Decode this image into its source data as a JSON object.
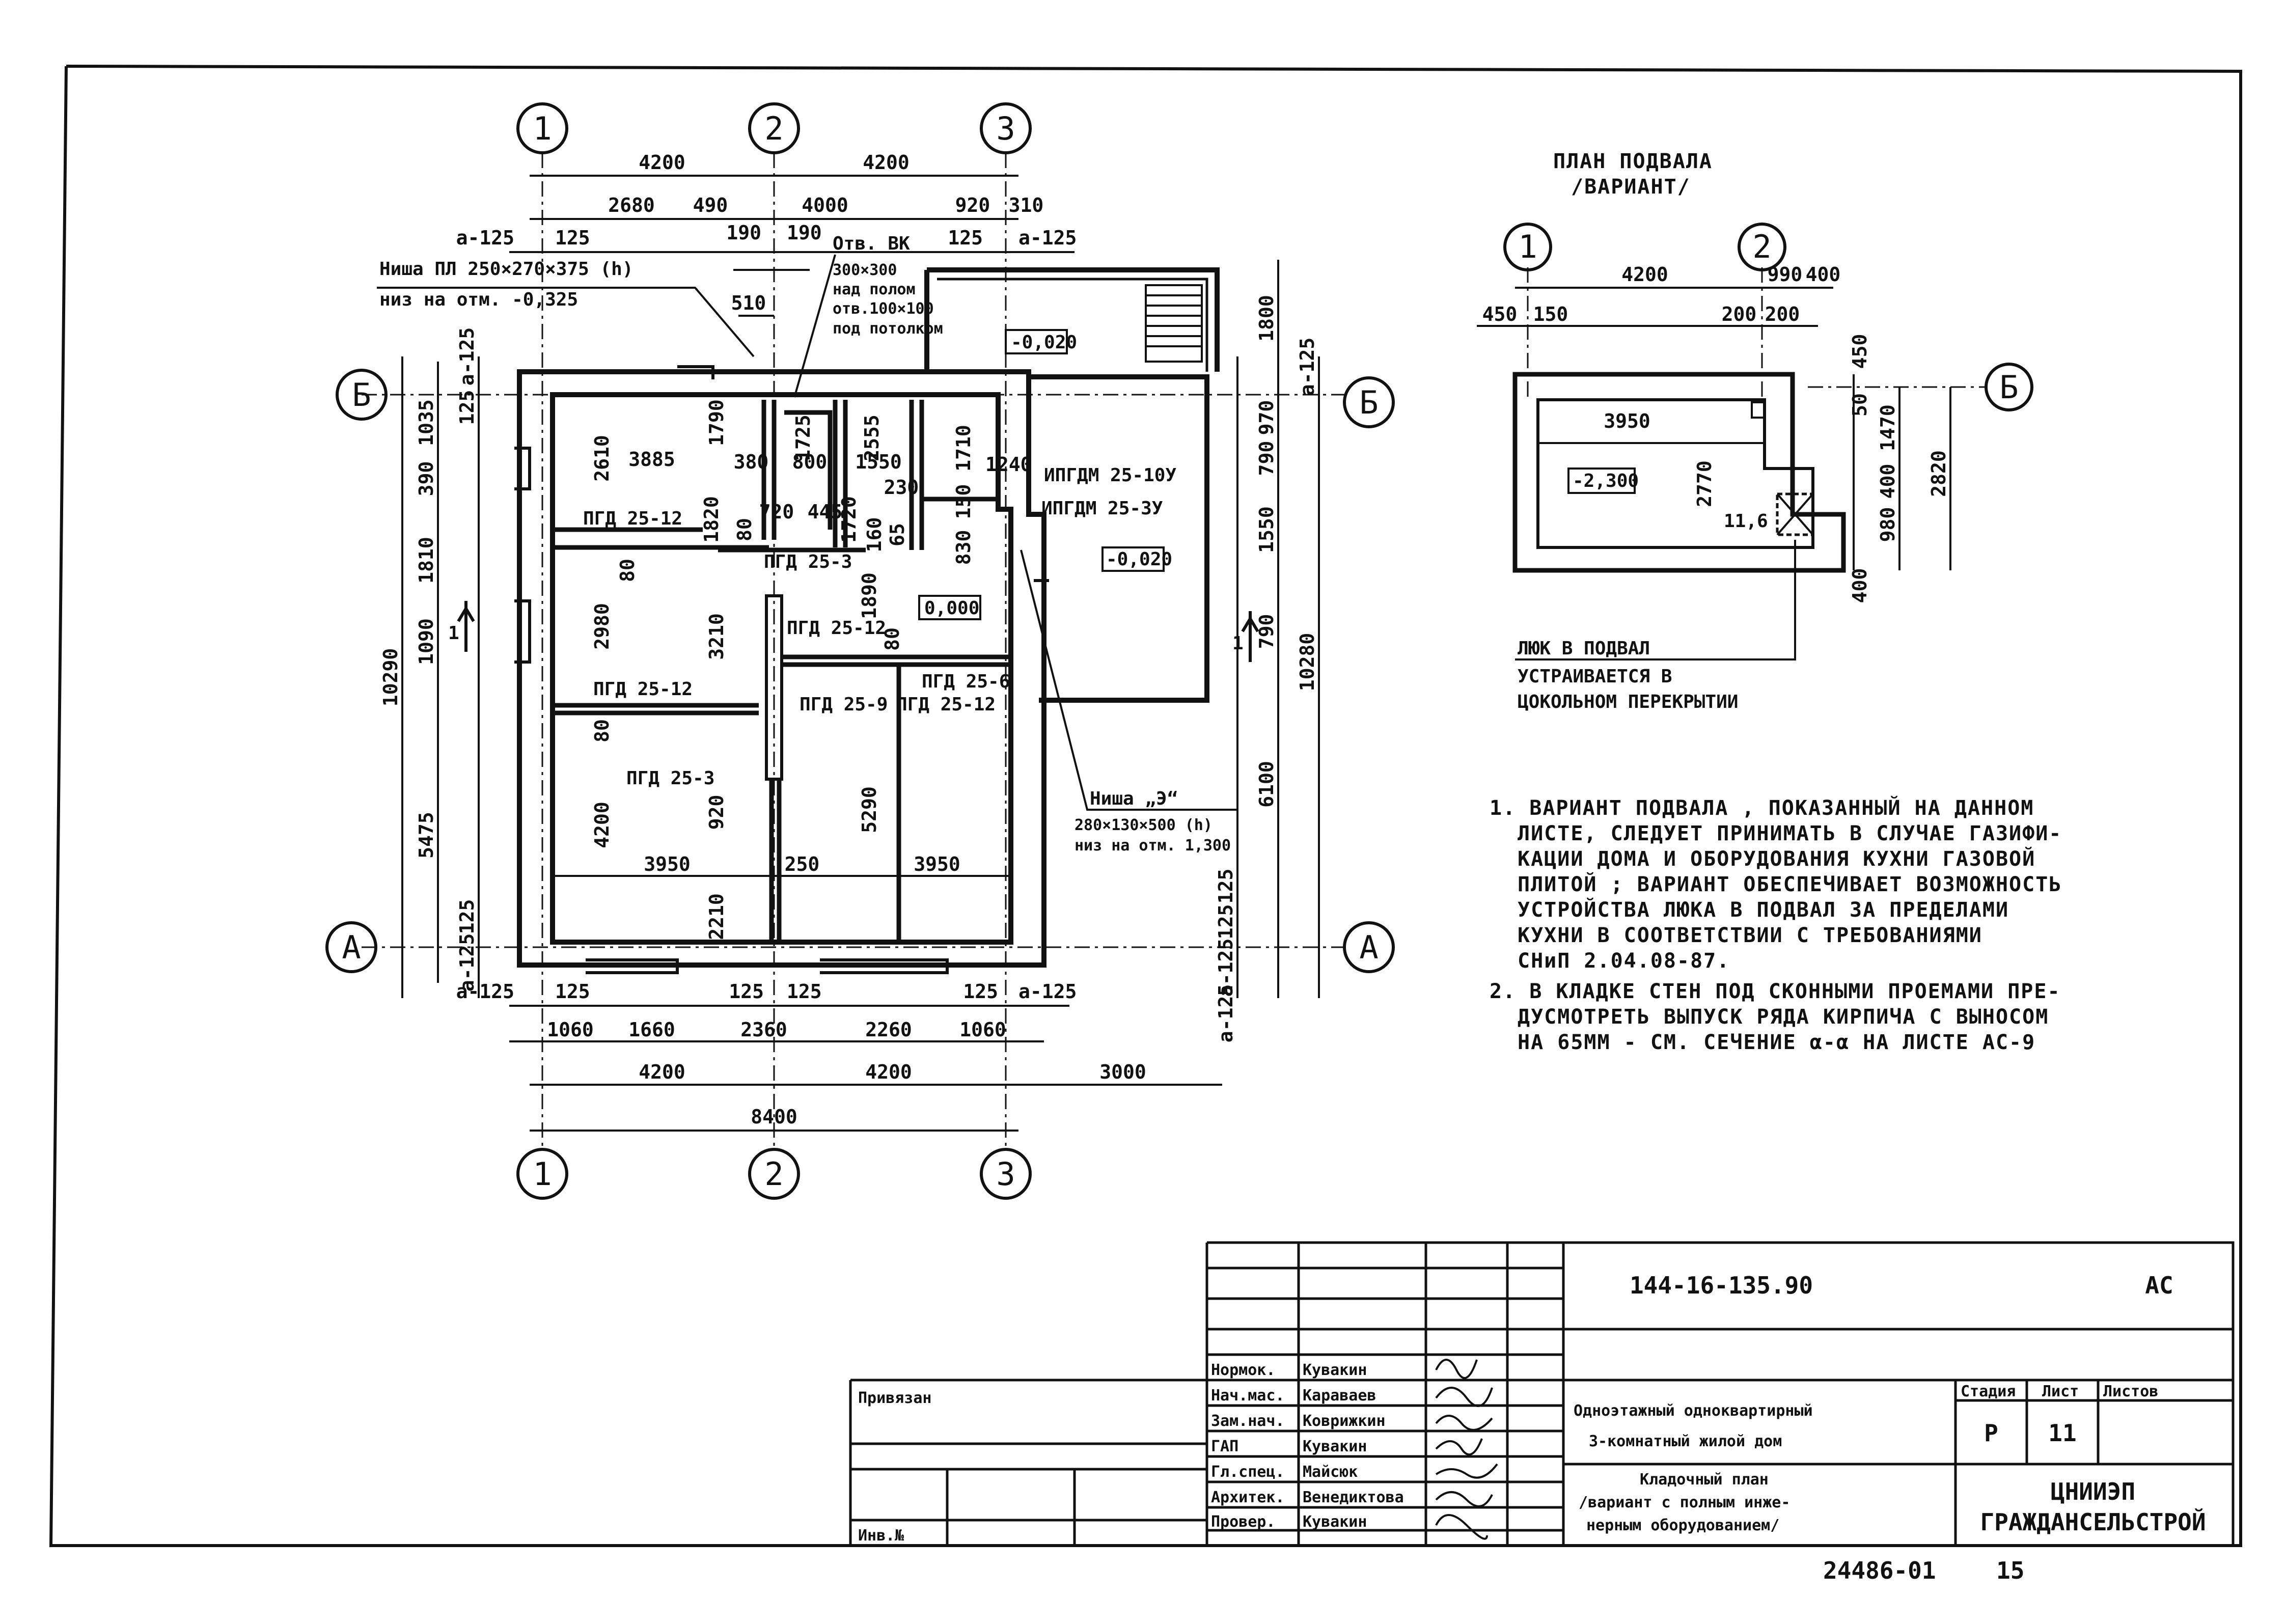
{
  "main_plan": {
    "axes": [
      "1",
      "2",
      "3"
    ],
    "row_axes": [
      "Б",
      "А"
    ],
    "dims_top": [
      "4200",
      "4200",
      "2680",
      "490",
      "4000",
      "920",
      "310",
      "а-125",
      "125",
      "125",
      "а-125",
      "190",
      "190",
      "510"
    ],
    "dims_left": [
      "10290",
      "1035",
      "390",
      "1810",
      "1090",
      "5475",
      "125",
      "а-125",
      "а-125",
      "125"
    ],
    "dims_right": [
      "1800",
      "а-125",
      "790",
      "970",
      "1550",
      "790",
      "10280",
      "6100",
      "125",
      "а-125",
      "а-125",
      "125"
    ],
    "dims_bottom": [
      "а-125",
      "125",
      "125",
      "125",
      "125",
      "а-125",
      "1060",
      "1660",
      "2360",
      "2260",
      "1060",
      "4200",
      "4200",
      "3000",
      "8400"
    ],
    "dims_inner": [
      "2610",
      "3885",
      "1790",
      "380",
      "800",
      "1725",
      "2555",
      "1550",
      "1710",
      "1240",
      "230",
      "720",
      "445",
      "1720",
      "1820",
      "80",
      "80",
      "160",
      "65",
      "830",
      "150",
      "2980",
      "3210",
      "1890",
      "80",
      "80",
      "4200",
      "920",
      "5290",
      "3950",
      "250",
      "3950",
      "2210"
    ],
    "levels": [
      "-0,020",
      "0,000",
      "-0,020"
    ],
    "openings": [
      "ПГД 25-12",
      "ПГД 25-3",
      "ПГД 25-12",
      "ПГД 25-12",
      "ПГД 25-3",
      "ПГД 25-9",
      "ПГД 25-12",
      "ПГД 25-6"
    ],
    "door_labels": [
      "ИПГДМ 25-10У",
      "ИПГДМ 25-3У"
    ],
    "niche_pl": [
      "Ниша ПЛ 250×270×375 (h)",
      "низ на отм. -0,325"
    ],
    "vent": [
      "Отв. ВК",
      "300×300",
      "над полом",
      "отв.100×100",
      "под потолком"
    ],
    "niche_e": [
      "Ниша „Э“",
      "280×130×500 (h)",
      "низ на отм. 1,300"
    ]
  },
  "basement": {
    "title": "ПЛАН ПОДВАЛА",
    "subtitle": "/ВАРИАНТ/",
    "axes": [
      "1",
      "2",
      "Б"
    ],
    "dims": [
      "4200",
      "990",
      "400",
      "450",
      "150",
      "200",
      "200",
      "450",
      "50",
      "1470",
      "400",
      "980",
      "2820",
      "400",
      "3950",
      "2770"
    ],
    "level": "-2,300",
    "area": "11,6",
    "hatch_note": [
      "ЛЮК В ПОДВАЛ",
      "УСТРАИВАЕТСЯ В",
      "ЦОКОЛЬНОМ ПЕРЕКРЫТИИ"
    ]
  },
  "section_marks": [
    "1",
    "1"
  ],
  "notes": [
    "1. ВАРИАНТ ПОДВАЛА , ПОКАЗАННЫЙ НА ДАННОМ",
    "ЛИСТЕ, СЛЕДУЕТ ПРИНИМАТЬ В СЛУЧАЕ ГАЗИФИ-",
    "КАЦИИ ДОМА И ОБОРУДОВАНИЯ КУХНИ ГАЗОВОЙ",
    "ПЛИТОЙ ; ВАРИАНТ ОБЕСПЕЧИВАЕТ ВОЗМОЖНОСТЬ",
    "УСТРОЙСТВА ЛЮКА В ПОДВАЛ ЗА ПРЕДЕЛАМИ",
    "КУХНИ В СООТВЕТСТВИИ С ТРЕБОВАНИЯМИ",
    "СНиП 2.04.08-87.",
    "2. В КЛАДКЕ СТЕН ПОД СКОННЫМИ ПРОЕМАМИ ПРЕ-",
    "ДУСМОТРЕТЬ ВЫПУСК РЯДА КИРПИЧА С ВЫНОСОМ",
    "НА 65ММ - СМ. СЕЧЕНИЕ α-α НА ЛИСТЕ АС-9"
  ],
  "title_block": {
    "doc_code": "144-16-135.90",
    "mark": "АС",
    "bound": "Привязан",
    "inv": "Инв.№",
    "roles": [
      "Нормок.",
      "Нач.мас.",
      "Зам.нач.",
      "ГАП",
      "Гл.спец.",
      "Архитек.",
      "Провер."
    ],
    "names": [
      "Кувакин",
      "Караваев",
      "Коврижкин",
      "Кувакин",
      "Майсюк",
      "Венедиктова",
      "Кувакин"
    ],
    "project": [
      "Одноэтажный одноквартирный",
      "3-комнатный жилой дом"
    ],
    "sheet_title": [
      "Кладочный план",
      "/вариант с полным инже-",
      "нерным оборудованием/"
    ],
    "stage_hdr": "Стадия",
    "sheet_hdr": "Лист",
    "sheets_hdr": "Листов",
    "stage": "Р",
    "sheet": "11",
    "org": [
      "ЦНИИЭП",
      "ГРАЖДАНСЕЛЬСТРОЙ"
    ],
    "footer": "24486-01",
    "footer_page": "15"
  }
}
